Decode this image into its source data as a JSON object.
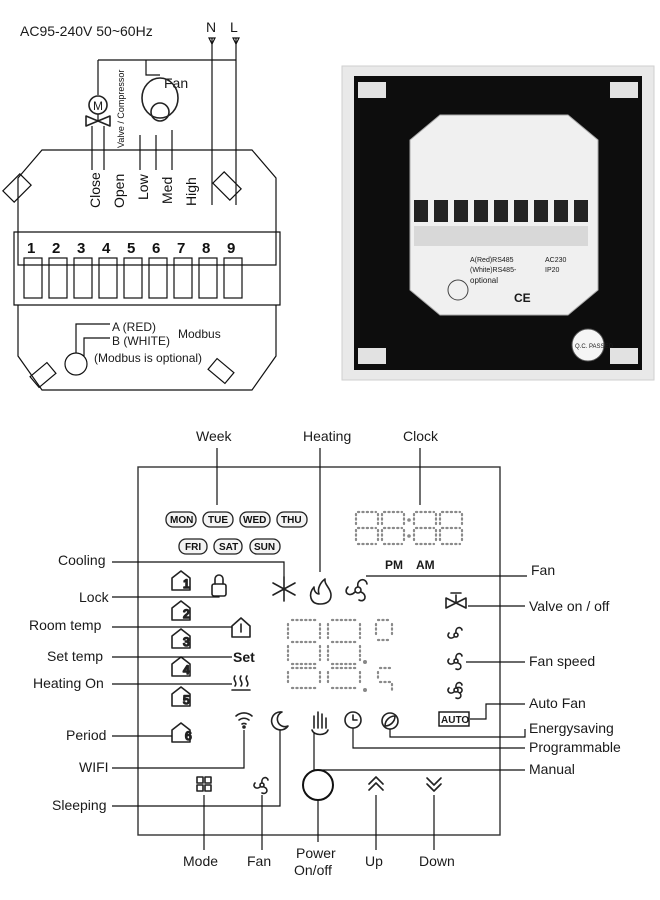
{
  "wiring": {
    "supply": "AC95-240V  50~60Hz",
    "neutral": "N",
    "live": "L",
    "fan": "Fan",
    "valve_compressor": "Valve / Compressor",
    "valve_symbol": "M",
    "terminal_labels": [
      "Close",
      "Open",
      "Low",
      "Med",
      "High"
    ],
    "terminal_numbers": [
      "1",
      "2",
      "3",
      "4",
      "5",
      "6",
      "7",
      "8",
      "9"
    ],
    "modbus_a": "A (RED)",
    "modbus_b": "B (WHITE)",
    "modbus": "Modbus",
    "modbus_note": "(Modbus is optional)"
  },
  "back_photo": {
    "rs485_a": "A(Red)RS485",
    "rs485_b": "(White)RS485-",
    "optional": "optional",
    "ac": "AC230",
    "ip": "IP20",
    "ce": "CE",
    "qc": "Q.C. PASSED"
  },
  "panel": {
    "labels_top": {
      "week": "Week",
      "heating": "Heating",
      "clock": "Clock"
    },
    "days_row1": [
      "MON",
      "TUE",
      "WED",
      "THU"
    ],
    "days_row2": [
      "FRI",
      "SAT",
      "SUN"
    ],
    "pm": "PM",
    "am": "AM",
    "set_text": "Set",
    "auto_text": "AUTO",
    "period_numbers": [
      "1",
      "2",
      "3",
      "4",
      "5",
      "6"
    ],
    "labels_left": {
      "cooling": "Cooling",
      "lock": "Lock",
      "room_temp": "Room temp",
      "set_temp": "Set temp",
      "heating_on": "Heating On",
      "period": "Period",
      "wifi": "WIFI",
      "sleeping": "Sleeping"
    },
    "labels_right": {
      "fan": "Fan",
      "valve": "Valve on / off",
      "fan_speed": "Fan speed",
      "auto_fan": "Auto Fan",
      "energysaving": "Energysaving",
      "programmable": "Programmable",
      "manual": "Manual"
    },
    "labels_bottom": {
      "mode": "Mode",
      "fan": "Fan",
      "power_1": "Power",
      "power_2": "On/off",
      "up": "Up",
      "down": "Down"
    }
  }
}
